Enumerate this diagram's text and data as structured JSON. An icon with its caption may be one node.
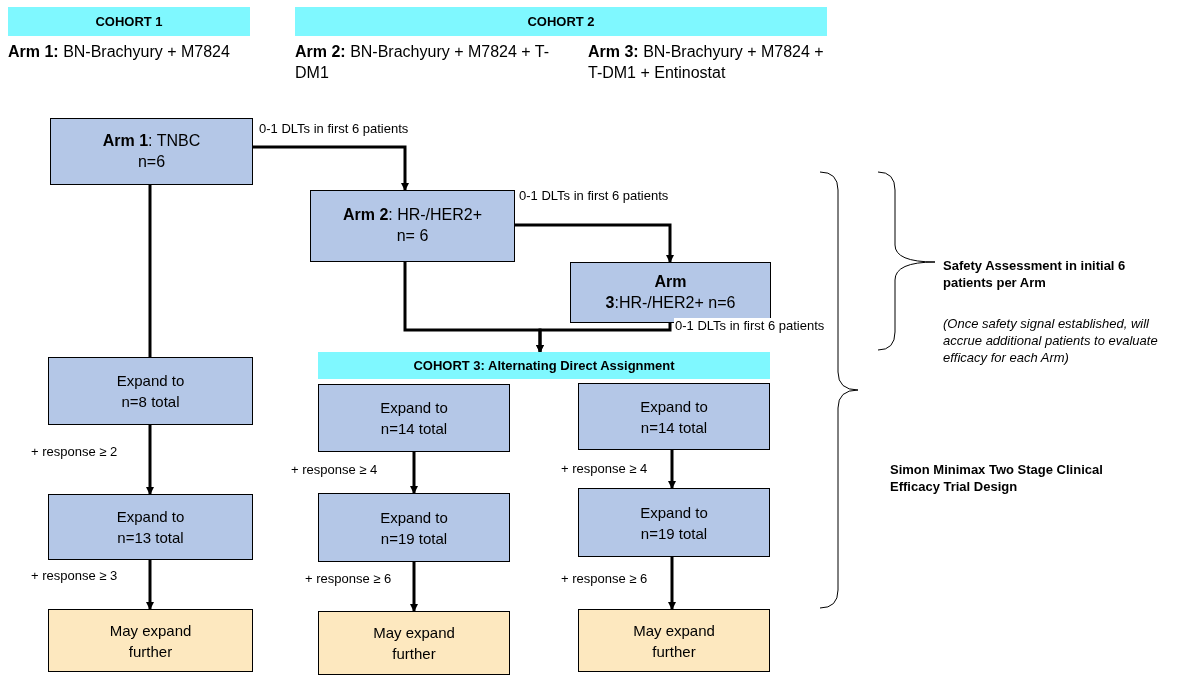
{
  "diagram": {
    "nodes": [
      {
        "text": [
          "COHORT 1"
        ]
      },
      {
        "text": [
          "COHORT 2"
        ]
      },
      {
        "text": [
          "**Arm 1**: TNBC n=6"
        ]
      },
      {
        "text": [
          "**Arm 2**: HR-/HER2+ n= 6"
        ]
      },
      {
        "text": [
          "**Arm 3**:HR-/HER2+ n=6"
        ]
      },
      {
        "text": [
          "COHORT 3: Alternating Direct Assignment"
        ]
      },
      {
        "text": [
          "Expand to n=8 total"
        ]
      },
      {
        "text": [
          "Expand to n=14 total"
        ]
      },
      {
        "text": [
          "Expand to n=14 total"
        ]
      },
      {
        "text": [
          "Expand to n=13 total"
        ]
      },
      {
        "text": [
          "Expand to n=19 total"
        ]
      },
      {
        "text": [
          "Expand to n=19 total"
        ]
      },
      {
        "text": [
          "May expand further"
        ]
      },
      {
        "text": [
          "May expand further"
        ]
      },
      {
        "text": [
          "May expand further"
        ]
      }
    ],
    "edges": [
      {
        "from": 2,
        "to": 3,
        "arrow": "to",
        "label": "0-1 DLTs in first 6 patients"
      },
      {
        "from": 3,
        "to": 4,
        "arrow": "to",
        "label": "0-1 DLTs in first 6 patients"
      },
      {
        "from": 3,
        "to": 5,
        "arrow": "to"
      },
      {
        "from": 4,
        "to": 5,
        "arrow": "to",
        "label": "0-1 DLTs in first 6 patients"
      },
      {
        "from": 2,
        "to": 6,
        "arrow": "none"
      },
      {
        "from": 6,
        "to": 9,
        "arrow": "to",
        "label": "+ response ≥ 2"
      },
      {
        "from": 9,
        "to": 12,
        "arrow": "to",
        "label": "+ response ≥ 3"
      },
      {
        "from": 7,
        "to": 10,
        "arrow": "to",
        "label": "+ response ≥ 4"
      },
      {
        "from": 10,
        "to": 13,
        "arrow": "to",
        "label": "+ response ≥ 6"
      },
      {
        "from": 8,
        "to": 11,
        "arrow": "to",
        "label": "+ response ≥ 4"
      },
      {
        "from": 11,
        "to": 14,
        "arrow": "to",
        "label": "+ response ≥ 6"
      }
    ],
    "labels": [
      "**Arm 1:** BN-Brachyury + M7824",
      "**Arm 2:** BN-Brachyury + M7824 + T-DM1",
      "**Arm 3:** BN-Brachyury + M7824 + T-DM1 + Entinostat",
      "Safety Assessment in initial 6 patients per Arm",
      "(Once safety signal established, will accrue additional patients to evaluate efficacy for each Arm)",
      "Simon Minimax Two Stage Clinical Efficacy Trial Design"
    ]
  }
}
